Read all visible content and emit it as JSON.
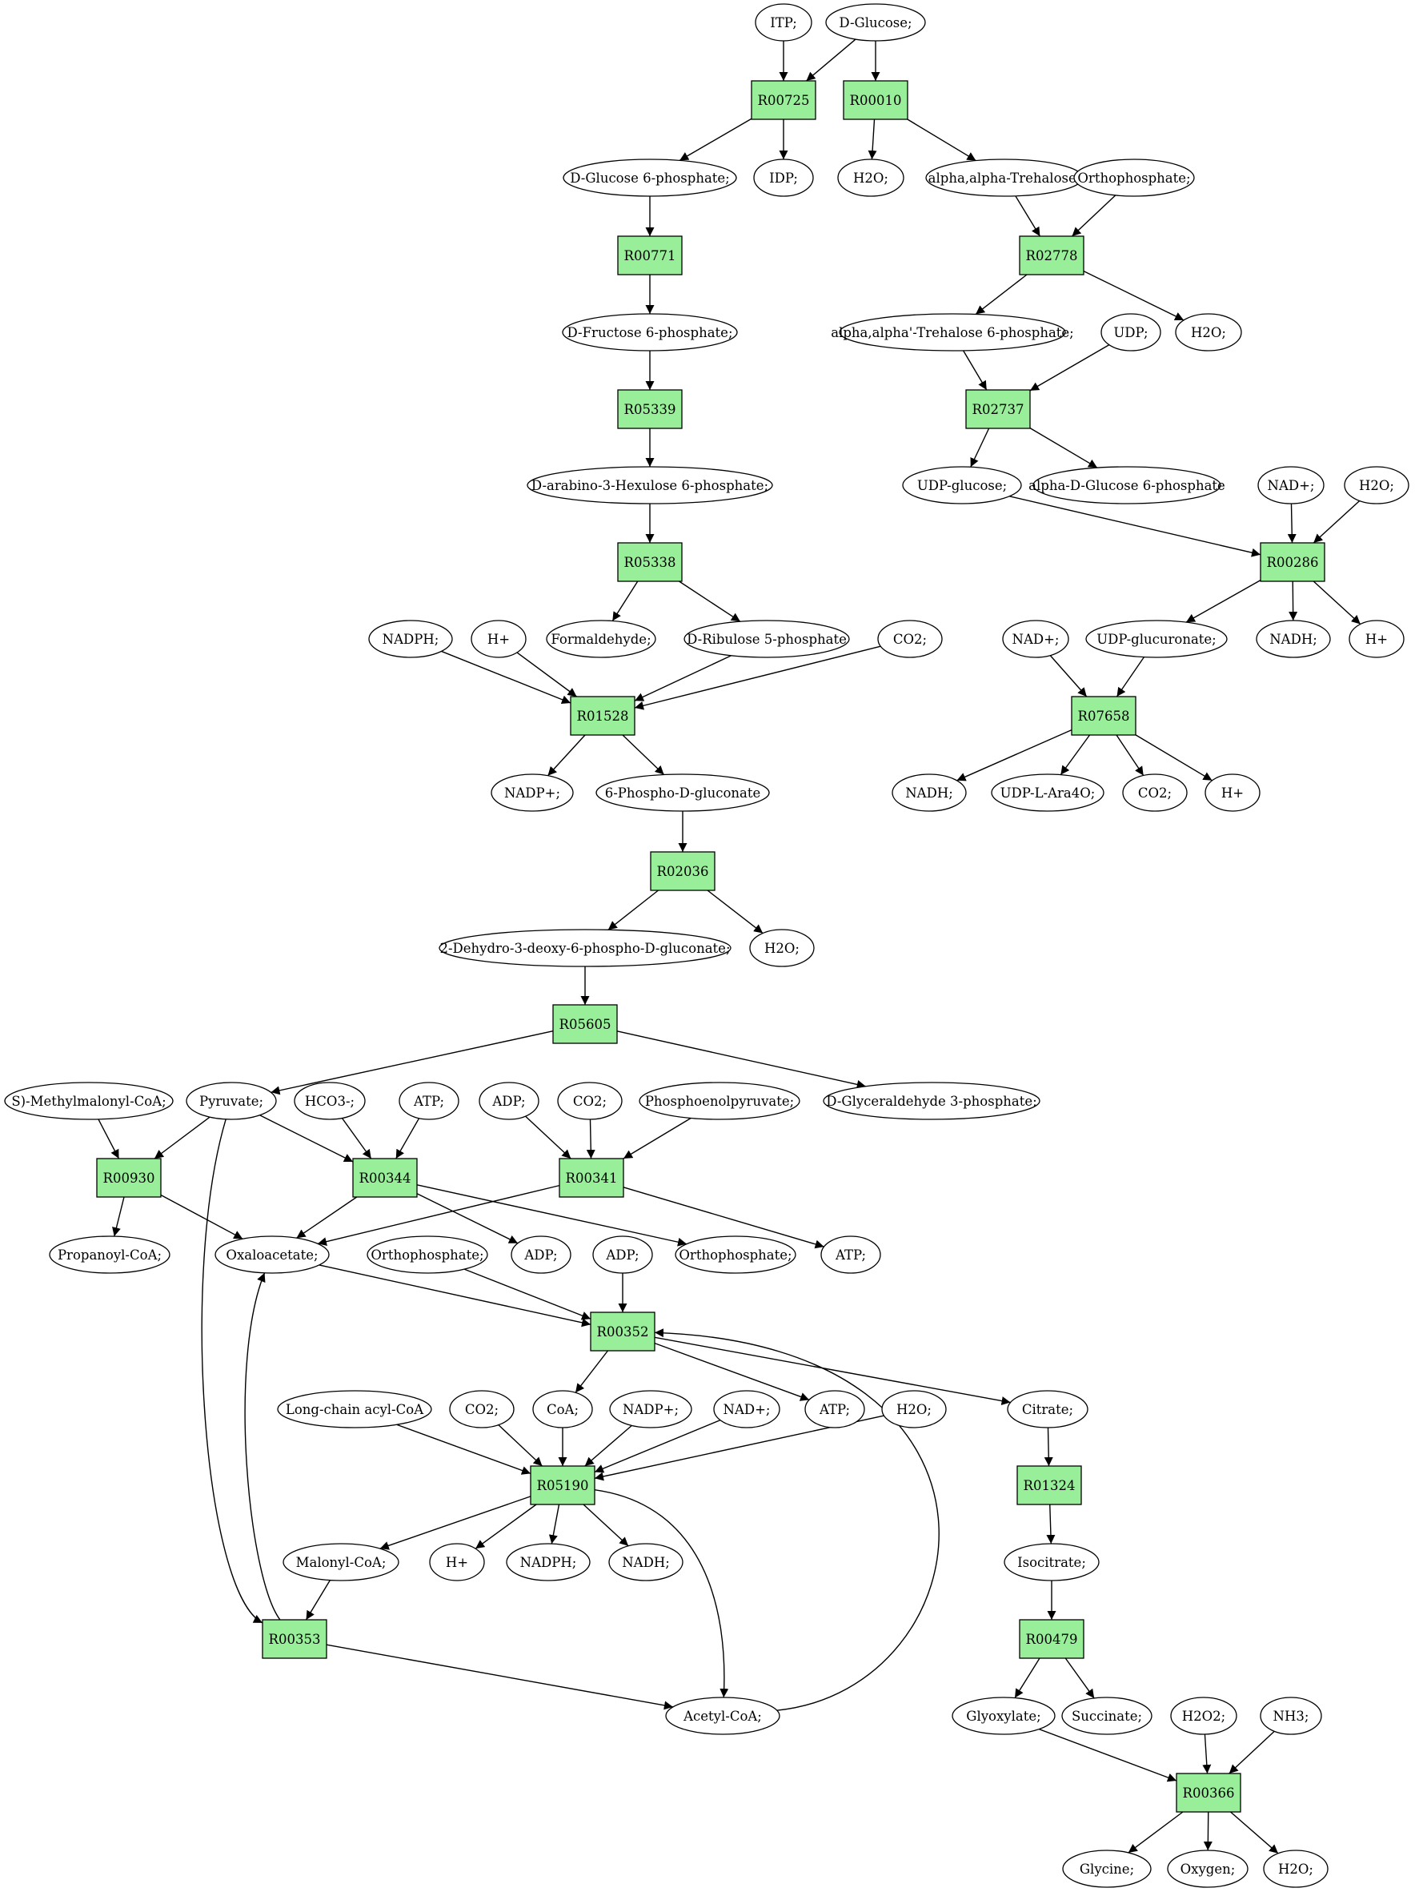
{
  "colors": {
    "reaction_fill": "#99ee99",
    "start_fill": "#00ee00",
    "target_fill": "#ffee00",
    "compound_fill": "#ffffff",
    "stroke": "#000000"
  },
  "nodes": [
    {
      "id": "itp",
      "label": "ITP;",
      "type": "compound"
    },
    {
      "id": "dglucose",
      "label": "D-Glucose;",
      "type": "compound",
      "highlight": "start"
    },
    {
      "id": "r00725",
      "label": "R00725",
      "type": "reaction"
    },
    {
      "id": "r00010",
      "label": "R00010",
      "type": "reaction"
    },
    {
      "id": "g6p",
      "label": "D-Glucose 6-phosphate;",
      "type": "compound"
    },
    {
      "id": "idp",
      "label": "IDP;",
      "type": "compound"
    },
    {
      "id": "h2o_1",
      "label": "H2O;",
      "type": "compound"
    },
    {
      "id": "trehalose",
      "label": "alpha,alpha-Trehalose;",
      "type": "compound"
    },
    {
      "id": "orthophos_1",
      "label": "Orthophosphate;",
      "type": "compound"
    },
    {
      "id": "r00771",
      "label": "R00771",
      "type": "reaction"
    },
    {
      "id": "r02778",
      "label": "R02778",
      "type": "reaction"
    },
    {
      "id": "f6p",
      "label": "D-Fructose 6-phosphate;",
      "type": "compound"
    },
    {
      "id": "t6p",
      "label": "alpha,alpha'-Trehalose 6-phosphate;",
      "type": "compound"
    },
    {
      "id": "udp",
      "label": "UDP;",
      "type": "compound"
    },
    {
      "id": "h2o_2",
      "label": "H2O;",
      "type": "compound"
    },
    {
      "id": "r05339",
      "label": "R05339",
      "type": "reaction"
    },
    {
      "id": "r02737",
      "label": "R02737",
      "type": "reaction"
    },
    {
      "id": "hex6p",
      "label": "D-arabino-3-Hexulose 6-phosphate;",
      "type": "compound"
    },
    {
      "id": "udpglucose",
      "label": "UDP-glucose;",
      "type": "compound"
    },
    {
      "id": "ag6p",
      "label": "alpha-D-Glucose 6-phosphate",
      "type": "compound"
    },
    {
      "id": "nadp_plus_1",
      "label": "NAD+;",
      "type": "compound"
    },
    {
      "id": "h2o_3",
      "label": "H2O;",
      "type": "compound"
    },
    {
      "id": "r05338",
      "label": "R05338",
      "type": "reaction"
    },
    {
      "id": "r00286",
      "label": "R00286",
      "type": "reaction"
    },
    {
      "id": "nadph_1",
      "label": "NADPH;",
      "type": "compound"
    },
    {
      "id": "hplus_1",
      "label": "H+",
      "type": "compound"
    },
    {
      "id": "formaldehyde",
      "label": "Formaldehyde;",
      "type": "compound"
    },
    {
      "id": "ribulose5p",
      "label": "D-Ribulose 5-phosphate",
      "type": "compound"
    },
    {
      "id": "co2_1",
      "label": "CO2;",
      "type": "compound"
    },
    {
      "id": "nadplus_2",
      "label": "NAD+;",
      "type": "compound"
    },
    {
      "id": "udpglucuronate",
      "label": "UDP-glucuronate;",
      "type": "compound"
    },
    {
      "id": "nadh_1",
      "label": "NADH;",
      "type": "compound"
    },
    {
      "id": "hplus_2",
      "label": "H+",
      "type": "compound"
    },
    {
      "id": "r01528",
      "label": "R01528",
      "type": "reaction"
    },
    {
      "id": "r07658",
      "label": "R07658",
      "type": "reaction"
    },
    {
      "id": "nadpplus_1",
      "label": "NADP+;",
      "type": "compound"
    },
    {
      "id": "phosphogluconate",
      "label": "6-Phospho-D-gluconate",
      "type": "compound"
    },
    {
      "id": "nadh_2",
      "label": "NADH;",
      "type": "compound"
    },
    {
      "id": "udplara4o",
      "label": "UDP-L-Ara4O;",
      "type": "compound"
    },
    {
      "id": "co2_2",
      "label": "CO2;",
      "type": "compound"
    },
    {
      "id": "hplus_3",
      "label": "H+",
      "type": "compound"
    },
    {
      "id": "r02036",
      "label": "R02036",
      "type": "reaction"
    },
    {
      "id": "kdpg",
      "label": "2-Dehydro-3-deoxy-6-phospho-D-gluconate;",
      "type": "compound"
    },
    {
      "id": "h2o_4",
      "label": "H2O;",
      "type": "compound"
    },
    {
      "id": "r05605",
      "label": "R05605",
      "type": "reaction"
    },
    {
      "id": "methylmalonyl",
      "label": "S)-Methylmalonyl-CoA;",
      "type": "compound"
    },
    {
      "id": "pyruvate",
      "label": "Pyruvate;",
      "type": "compound"
    },
    {
      "id": "hco3",
      "label": "HCO3-;",
      "type": "compound"
    },
    {
      "id": "atp_1",
      "label": "ATP;",
      "type": "compound"
    },
    {
      "id": "adp_1",
      "label": "ADP;",
      "type": "compound"
    },
    {
      "id": "co2_3",
      "label": "CO2;",
      "type": "compound"
    },
    {
      "id": "pep",
      "label": "Phosphoenolpyruvate;",
      "type": "compound"
    },
    {
      "id": "gap",
      "label": "D-Glyceraldehyde 3-phosphate;",
      "type": "compound"
    },
    {
      "id": "r00930",
      "label": "R00930",
      "type": "reaction"
    },
    {
      "id": "r00344",
      "label": "R00344",
      "type": "reaction"
    },
    {
      "id": "r00341",
      "label": "R00341",
      "type": "reaction"
    },
    {
      "id": "propanoyl",
      "label": "Propanoyl-CoA;",
      "type": "compound"
    },
    {
      "id": "oxaloacetate",
      "label": "Oxaloacetate;",
      "type": "compound"
    },
    {
      "id": "orthophos_2",
      "label": "Orthophosphate;",
      "type": "compound"
    },
    {
      "id": "adp_2",
      "label": "ADP;",
      "type": "compound"
    },
    {
      "id": "adp_3",
      "label": "ADP;",
      "type": "compound"
    },
    {
      "id": "orthophos_3",
      "label": "Orthophosphate;",
      "type": "compound"
    },
    {
      "id": "atp_2",
      "label": "ATP;",
      "type": "compound"
    },
    {
      "id": "r00352",
      "label": "R00352",
      "type": "reaction"
    },
    {
      "id": "longchain",
      "label": "Long-chain acyl-CoA",
      "type": "compound"
    },
    {
      "id": "co2_4",
      "label": "CO2;",
      "type": "compound"
    },
    {
      "id": "coa",
      "label": "CoA;",
      "type": "compound"
    },
    {
      "id": "nadpplus_2",
      "label": "NADP+;",
      "type": "compound"
    },
    {
      "id": "nadplus_3",
      "label": "NAD+;",
      "type": "compound"
    },
    {
      "id": "atp_3",
      "label": "ATP;",
      "type": "compound"
    },
    {
      "id": "h2o_5",
      "label": "H2O;",
      "type": "compound"
    },
    {
      "id": "citrate",
      "label": "Citrate;",
      "type": "compound"
    },
    {
      "id": "r05190",
      "label": "R05190",
      "type": "reaction"
    },
    {
      "id": "r01324",
      "label": "R01324",
      "type": "reaction"
    },
    {
      "id": "malonyl",
      "label": "Malonyl-CoA;",
      "type": "compound"
    },
    {
      "id": "hplus_4",
      "label": "H+",
      "type": "compound"
    },
    {
      "id": "nadph_2",
      "label": "NADPH;",
      "type": "compound"
    },
    {
      "id": "nadh_3",
      "label": "NADH;",
      "type": "compound"
    },
    {
      "id": "isocitrate",
      "label": "Isocitrate;",
      "type": "compound"
    },
    {
      "id": "r00353",
      "label": "R00353",
      "type": "reaction"
    },
    {
      "id": "r00479",
      "label": "R00479",
      "type": "reaction"
    },
    {
      "id": "acetylcoa",
      "label": "Acetyl-CoA;",
      "type": "compound"
    },
    {
      "id": "glyoxylate",
      "label": "Glyoxylate;",
      "type": "compound"
    },
    {
      "id": "succinate",
      "label": "Succinate;",
      "type": "compound"
    },
    {
      "id": "h2o2",
      "label": "H2O2;",
      "type": "compound"
    },
    {
      "id": "nh3",
      "label": "NH3;",
      "type": "compound"
    },
    {
      "id": "r00366",
      "label": "R00366",
      "type": "reaction"
    },
    {
      "id": "glycine",
      "label": "Glycine;",
      "type": "compound",
      "highlight": "target"
    },
    {
      "id": "oxygen",
      "label": "Oxygen;",
      "type": "compound"
    },
    {
      "id": "h2o_6",
      "label": "H2O;",
      "type": "compound"
    }
  ],
  "edges": [
    {
      "from": "itp",
      "to": "r00725"
    },
    {
      "from": "dglucose",
      "to": "r00725"
    },
    {
      "from": "dglucose",
      "to": "r00010"
    },
    {
      "from": "r00725",
      "to": "g6p"
    },
    {
      "from": "r00725",
      "to": "idp"
    },
    {
      "from": "r00010",
      "to": "h2o_1"
    },
    {
      "from": "r00010",
      "to": "trehalose"
    },
    {
      "from": "g6p",
      "to": "r00771"
    },
    {
      "from": "trehalose",
      "to": "r02778"
    },
    {
      "from": "orthophos_1",
      "to": "r02778"
    },
    {
      "from": "r00771",
      "to": "f6p"
    },
    {
      "from": "r02778",
      "to": "t6p"
    },
    {
      "from": "r02778",
      "to": "h2o_2"
    },
    {
      "from": "f6p",
      "to": "r05339"
    },
    {
      "from": "t6p",
      "to": "r02737"
    },
    {
      "from": "udp",
      "to": "r02737"
    },
    {
      "from": "r05339",
      "to": "hex6p"
    },
    {
      "from": "r02737",
      "to": "udpglucose"
    },
    {
      "from": "r02737",
      "to": "ag6p"
    },
    {
      "from": "hex6p",
      "to": "r05338"
    },
    {
      "from": "udpglucose",
      "to": "r00286"
    },
    {
      "from": "nadp_plus_1",
      "to": "r00286"
    },
    {
      "from": "h2o_3",
      "to": "r00286"
    },
    {
      "from": "r05338",
      "to": "formaldehyde"
    },
    {
      "from": "r05338",
      "to": "ribulose5p"
    },
    {
      "from": "r00286",
      "to": "udpglucuronate"
    },
    {
      "from": "r00286",
      "to": "nadh_1"
    },
    {
      "from": "r00286",
      "to": "hplus_2"
    },
    {
      "from": "nadph_1",
      "to": "r01528"
    },
    {
      "from": "hplus_1",
      "to": "r01528"
    },
    {
      "from": "ribulose5p",
      "to": "r01528"
    },
    {
      "from": "co2_1",
      "to": "r01528"
    },
    {
      "from": "nadplus_2",
      "to": "r07658"
    },
    {
      "from": "udpglucuronate",
      "to": "r07658"
    },
    {
      "from": "r01528",
      "to": "nadpplus_1"
    },
    {
      "from": "r01528",
      "to": "phosphogluconate"
    },
    {
      "from": "r07658",
      "to": "nadh_2"
    },
    {
      "from": "r07658",
      "to": "udplara4o"
    },
    {
      "from": "r07658",
      "to": "co2_2"
    },
    {
      "from": "r07658",
      "to": "hplus_3"
    },
    {
      "from": "phosphogluconate",
      "to": "r02036"
    },
    {
      "from": "r02036",
      "to": "kdpg"
    },
    {
      "from": "r02036",
      "to": "h2o_4"
    },
    {
      "from": "kdpg",
      "to": "r05605"
    },
    {
      "from": "r05605",
      "to": "pyruvate"
    },
    {
      "from": "r05605",
      "to": "gap"
    },
    {
      "from": "methylmalonyl",
      "to": "r00930"
    },
    {
      "from": "pyruvate",
      "to": "r00930"
    },
    {
      "from": "pyruvate",
      "to": "r00344"
    },
    {
      "from": "hco3",
      "to": "r00344"
    },
    {
      "from": "atp_1",
      "to": "r00344"
    },
    {
      "from": "adp_1",
      "to": "r00341"
    },
    {
      "from": "co2_3",
      "to": "r00341"
    },
    {
      "from": "pep",
      "to": "r00341"
    },
    {
      "from": "r00930",
      "to": "propanoyl"
    },
    {
      "from": "r00930",
      "to": "oxaloacetate"
    },
    {
      "from": "r00344",
      "to": "oxaloacetate"
    },
    {
      "from": "r00344",
      "to": "adp_2"
    },
    {
      "from": "r00344",
      "to": "orthophos_3"
    },
    {
      "from": "r00341",
      "to": "oxaloacetate"
    },
    {
      "from": "r00341",
      "to": "atp_2"
    },
    {
      "from": "oxaloacetate",
      "to": "r00352"
    },
    {
      "from": "orthophos_2",
      "to": "r00352"
    },
    {
      "from": "adp_3",
      "to": "r00352"
    },
    {
      "from": "acetylcoa",
      "to": "r00352",
      "curve": true
    },
    {
      "from": "r00352",
      "to": "coa"
    },
    {
      "from": "r00352",
      "to": "atp_3"
    },
    {
      "from": "r00352",
      "to": "citrate"
    },
    {
      "from": "longchain",
      "to": "r05190"
    },
    {
      "from": "co2_4",
      "to": "r05190"
    },
    {
      "from": "coa",
      "to": "r05190"
    },
    {
      "from": "nadpplus_2",
      "to": "r05190"
    },
    {
      "from": "nadplus_3",
      "to": "r05190"
    },
    {
      "from": "h2o_5",
      "to": "r05190"
    },
    {
      "from": "citrate",
      "to": "r01324"
    },
    {
      "from": "r05190",
      "to": "malonyl"
    },
    {
      "from": "r05190",
      "to": "hplus_4"
    },
    {
      "from": "r05190",
      "to": "nadph_2"
    },
    {
      "from": "r05190",
      "to": "nadh_3"
    },
    {
      "from": "r05190",
      "to": "acetylcoa",
      "curve": true
    },
    {
      "from": "r01324",
      "to": "isocitrate"
    },
    {
      "from": "malonyl",
      "to": "r00353"
    },
    {
      "from": "pyruvate",
      "to": "r00353",
      "curve": true
    },
    {
      "from": "r00353",
      "to": "oxaloacetate",
      "curve": true
    },
    {
      "from": "r00353",
      "to": "acetylcoa"
    },
    {
      "from": "isocitrate",
      "to": "r00479"
    },
    {
      "from": "r00479",
      "to": "glyoxylate"
    },
    {
      "from": "r00479",
      "to": "succinate"
    },
    {
      "from": "glyoxylate",
      "to": "r00366"
    },
    {
      "from": "h2o2",
      "to": "r00366"
    },
    {
      "from": "nh3",
      "to": "r00366"
    },
    {
      "from": "r00366",
      "to": "glycine"
    },
    {
      "from": "r00366",
      "to": "oxygen"
    },
    {
      "from": "r00366",
      "to": "h2o_6"
    }
  ]
}
